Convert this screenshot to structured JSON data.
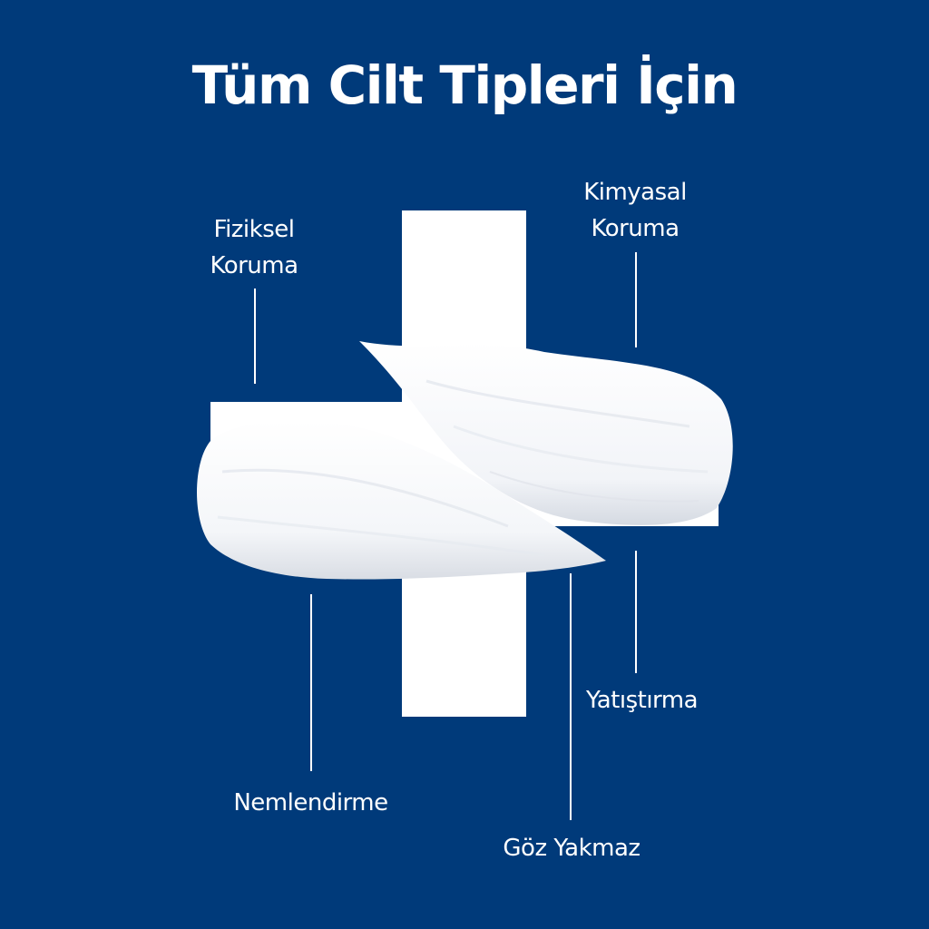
{
  "title": "Tüm Cilt Tipleri İçin",
  "colors": {
    "background": "#003a7a",
    "foreground": "#ffffff"
  },
  "features": {
    "physical": [
      "Fiziksel",
      "Koruma"
    ],
    "chemical": [
      "Kimyasal",
      "Koruma"
    ],
    "soothing": "Yatıştırma",
    "moisturizing": "Nemlendirme",
    "tear_free": "Göz Yakmaz"
  },
  "icons": {
    "cross": "medical-cross-icon",
    "cream": "cream-swatch-icon"
  }
}
